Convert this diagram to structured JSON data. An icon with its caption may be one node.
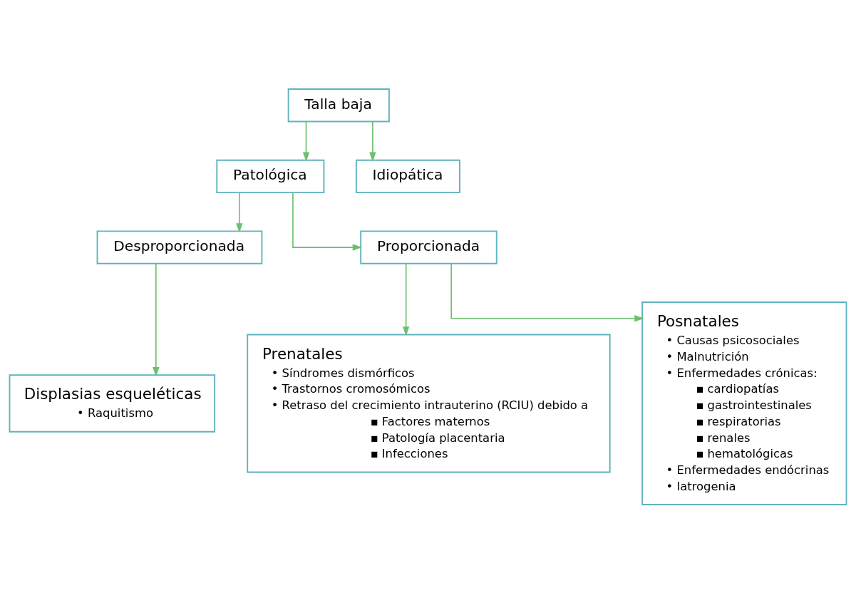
{
  "diagram": {
    "nodes": [
      {
        "text": [
          "Talla baja"
        ]
      },
      {
        "text": [
          "Patológica"
        ]
      },
      {
        "text": [
          "Idiopática"
        ]
      },
      {
        "text": [
          "Desproporcionada"
        ]
      },
      {
        "text": [
          "Proporcionada"
        ]
      },
      {
        "text": [
          "Displasias esqueléticas",
          "• Raquitismo"
        ]
      },
      {
        "text": [
          "Prenatales",
          "• Síndromes dismórficos",
          "• Trastornos cromosómicos",
          "• Retraso del crecimiento intrauterino (RCIU) debido a",
          "▪ Factores maternos",
          "▪ Patología placentaria",
          "▪ Infecciones"
        ]
      },
      {
        "text": [
          "Posnatales",
          "• Causas psicosociales",
          "• Malnutrición",
          "• Enfermedades crónicas:",
          "▪ cardiopatías",
          "▪ gastrointestinales",
          "▪ respiratorias",
          "▪ renales",
          "▪ hematológicas",
          "• Enfermedades endócrinas",
          "• Iatrogenia"
        ]
      }
    ],
    "edges": [
      {
        "from": 0,
        "to": 1,
        "arrow": "to"
      },
      {
        "from": 0,
        "to": 2,
        "arrow": "to"
      },
      {
        "from": 1,
        "to": 3,
        "arrow": "to"
      },
      {
        "from": 1,
        "to": 4,
        "arrow": "to"
      },
      {
        "from": 3,
        "to": 5,
        "arrow": "to"
      },
      {
        "from": 4,
        "to": 6,
        "arrow": "to"
      },
      {
        "from": 4,
        "to": 7,
        "arrow": "to"
      }
    ]
  }
}
